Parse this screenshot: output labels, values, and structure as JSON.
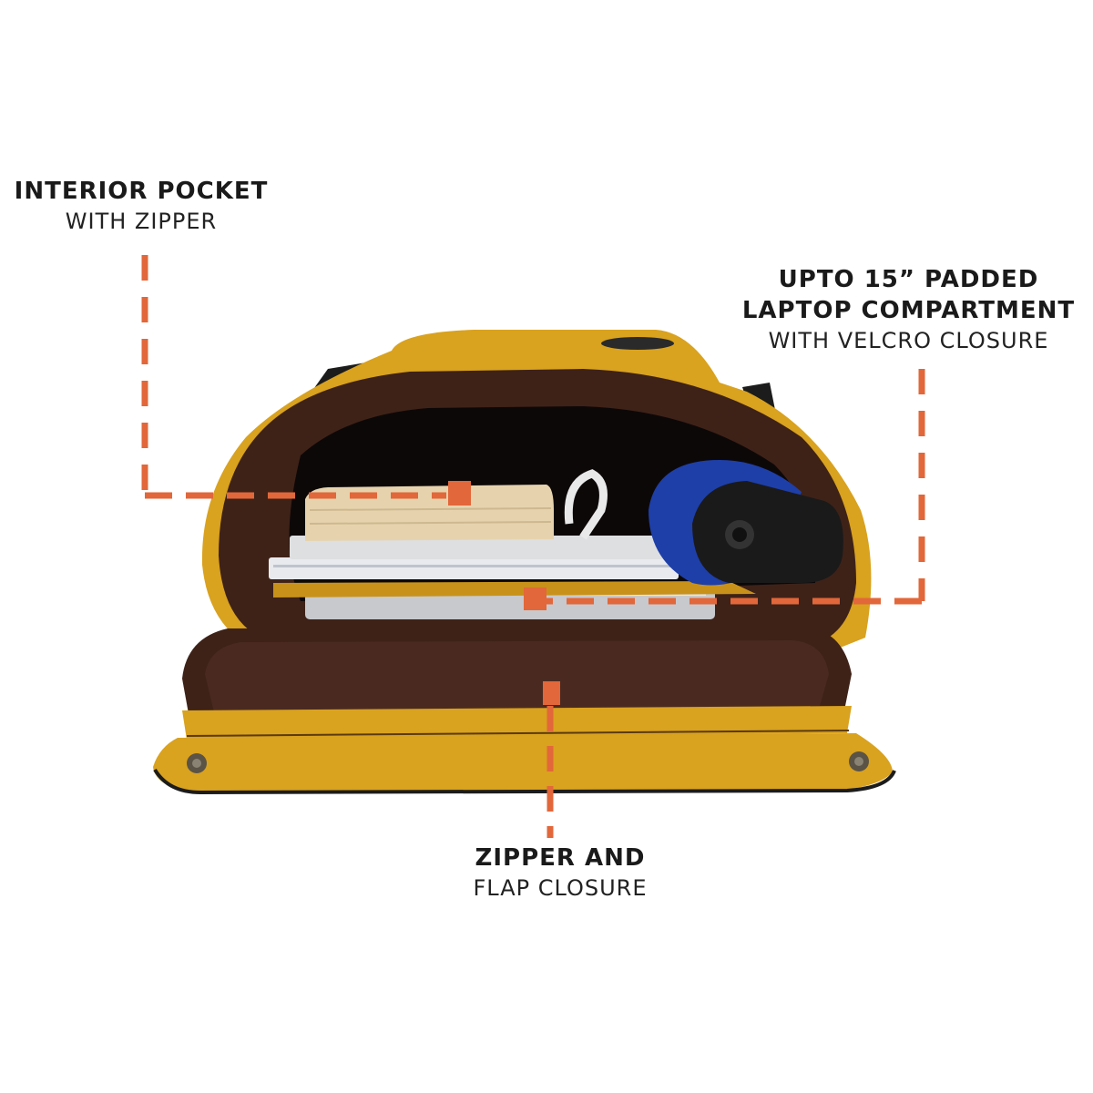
{
  "colors": {
    "accent": "#E2673A",
    "bag_yellow": "#D9A21F",
    "lining_brown": "#3E2218",
    "bottle_blue": "#1E3FA8",
    "text": "#1a1a1a"
  },
  "callouts": {
    "interior_pocket": {
      "title": "INTERIOR POCKET",
      "subtitle": "WITH ZIPPER"
    },
    "laptop": {
      "title_line1": "UPTO 15” PADDED",
      "title_line2": "LAPTOP COMPARTMENT",
      "subtitle": "WITH VELCRO CLOSURE"
    },
    "closure": {
      "title": "ZIPPER AND",
      "subtitle": "FLAP CLOSURE"
    }
  },
  "image": {
    "subject": "open yellow backpack with books, laptop and blue water bottle inside"
  }
}
